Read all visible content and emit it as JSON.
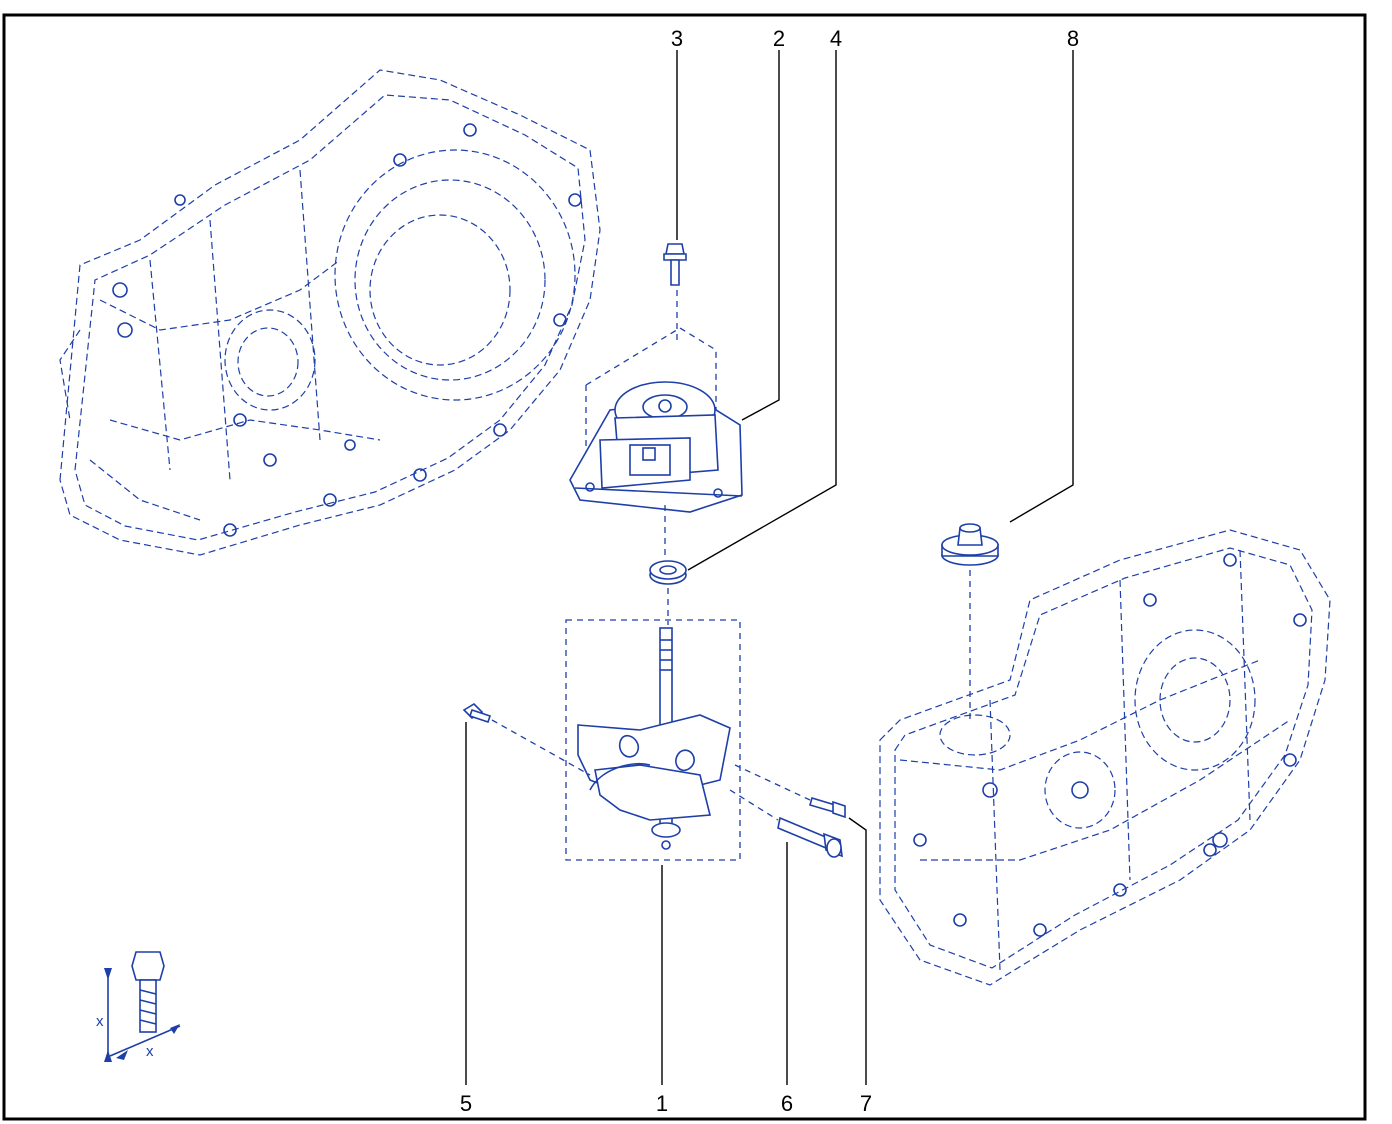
{
  "diagram": {
    "colors": {
      "line": "#1e3fa8",
      "callout": "#000000",
      "frame": "#000000"
    },
    "callouts": [
      "1",
      "2",
      "3",
      "4",
      "5",
      "6",
      "7",
      "8"
    ],
    "torque_hint_label": "x"
  }
}
